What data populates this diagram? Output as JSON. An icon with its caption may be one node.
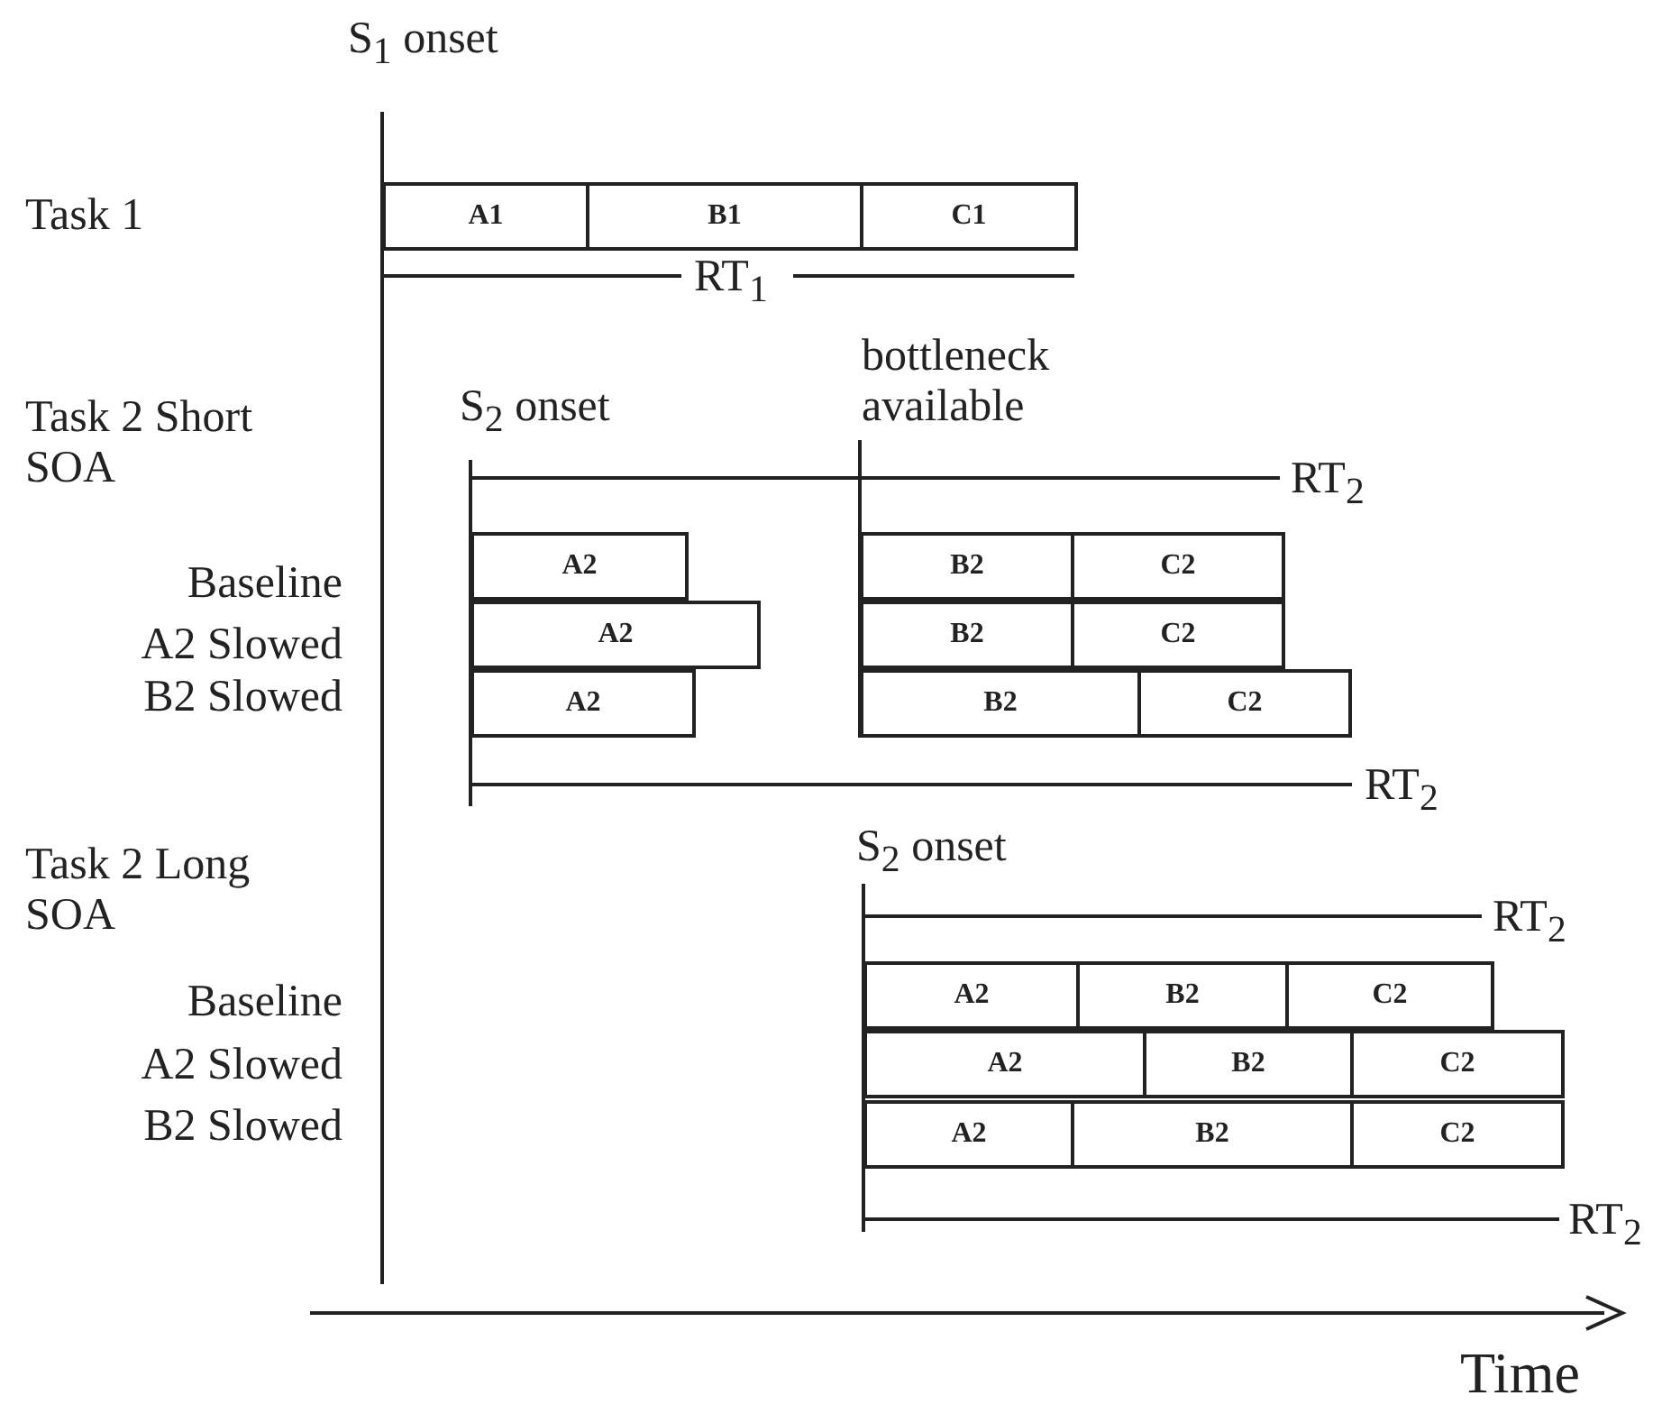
{
  "diagram": {
    "nodes": [
      {
        "text": [
          "A1"
        ]
      },
      {
        "text": [
          "B1"
        ]
      },
      {
        "text": [
          "C1"
        ]
      },
      {
        "text": [
          "A2"
        ]
      },
      {
        "text": [
          "B2"
        ]
      },
      {
        "text": [
          "C2"
        ]
      },
      {
        "text": [
          "A2"
        ]
      },
      {
        "text": [
          "B2"
        ]
      },
      {
        "text": [
          "C2"
        ]
      },
      {
        "text": [
          "A2"
        ]
      },
      {
        "text": [
          "B2"
        ]
      },
      {
        "text": [
          "C2"
        ]
      },
      {
        "text": [
          "A2"
        ]
      },
      {
        "text": [
          "B2"
        ]
      },
      {
        "text": [
          "C2"
        ]
      },
      {
        "text": [
          "A2"
        ]
      },
      {
        "text": [
          "B2"
        ]
      },
      {
        "text": [
          "C2"
        ]
      },
      {
        "text": [
          "A2"
        ]
      },
      {
        "text": [
          "B2"
        ]
      },
      {
        "text": [
          "C2"
        ]
      }
    ],
    "edges": [],
    "labels": [
      "S$_{1}$ onset",
      "Task 1",
      "RT$_{1}$",
      "bottleneck available",
      "Task 2 Short SOA",
      "S$_{2}$ onset",
      "RT$_{2}$",
      "Baseline",
      "A2 Slowed",
      "B2 Slowed",
      "RT$_{2}$",
      "Task 2 Long SOA",
      "S$_{2}$ onset",
      "RT$_{2}$",
      "Baseline",
      "A2 Slowed",
      "B2 Slowed",
      "RT$_{2}$",
      "Time"
    ]
  }
}
